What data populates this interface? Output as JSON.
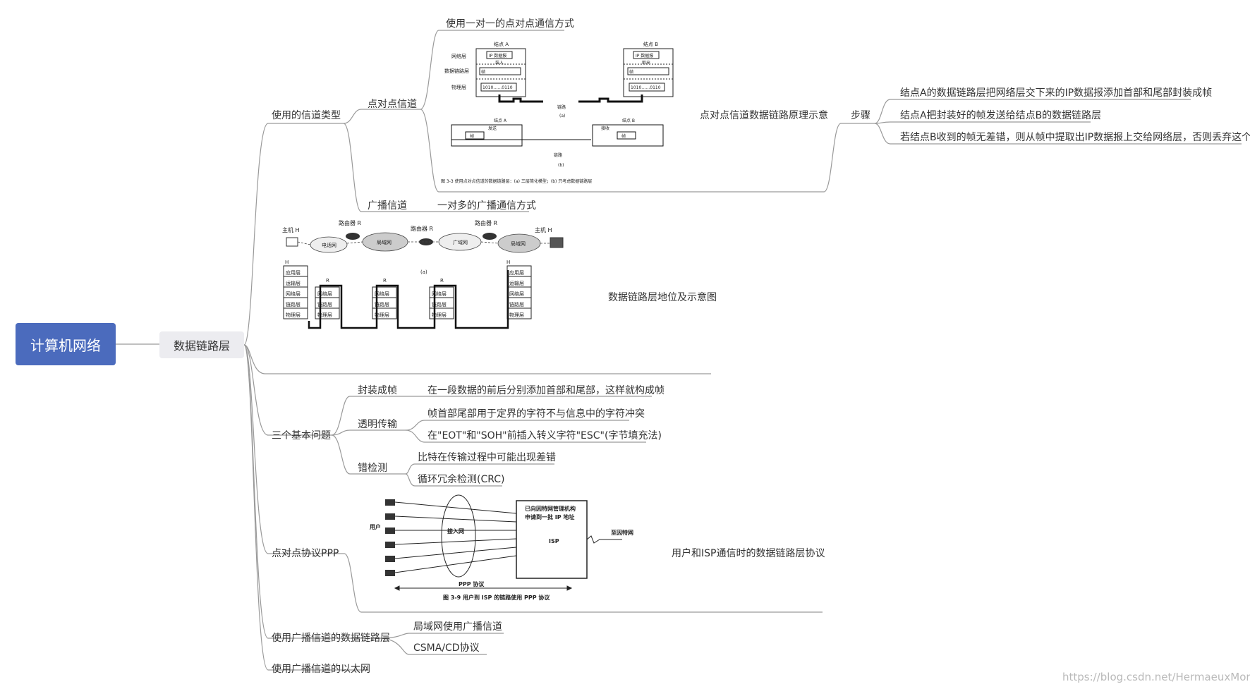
{
  "root": "计算机网络",
  "level1": "数据链路层",
  "channel_types": {
    "label": "使用的信道类型",
    "p2p": {
      "label": "点对点信道",
      "mode": "使用一对一的点对点通信方式",
      "diagram_label": "点对点信道数据链路原理示意",
      "steps_label": "步骤",
      "steps": [
        "结点A的数据链路层把网络层交下来的IP数据报添加首部和尾部封装成帧",
        "结点A把封装好的帧发送给结点B的数据链路层",
        "若结点B收到的帧无差错，则从帧中提取出IP数据报上交给网络层，否则丢弃这个帧"
      ]
    },
    "broadcast": {
      "label": "广播信道",
      "mode": "一对多的广播通信方式"
    }
  },
  "position_label": "数据链路层地位及示意图",
  "three_problems": {
    "label": "三个基本问题",
    "framing": {
      "label": "封装成帧",
      "items": [
        "在一段数据的前后分别添加首部和尾部，这样就构成帧"
      ]
    },
    "transparent": {
      "label": "透明传输",
      "items": [
        "帧首部尾部用于定界的字符不与信息中的字符冲突",
        "在\"EOT\"和\"SOH\"前插入转义字符\"ESC\"(字节填充法)"
      ]
    },
    "error": {
      "label": "错检测",
      "items": [
        "比特在传输过程中可能出现差错",
        "循环冗余检测(CRC)"
      ]
    }
  },
  "ppp": {
    "label": "点对点协议PPP",
    "desc": "用户和ISP通信时的数据链路层协议"
  },
  "broadcast_dll": {
    "label": "使用广播信道的数据链路层",
    "items": [
      "局域网使用广播信道",
      "CSMA/CD协议"
    ]
  },
  "ethernet": {
    "label": "使用广播信道的以太网"
  },
  "fig1": {
    "node_a": "结点 A",
    "node_b": "结点 B",
    "layer_net": "网络层",
    "layer_dll": "数据链路层",
    "layer_phy": "物理层",
    "ip_packet": "IP 数据报",
    "load_in": "装入",
    "take_out": "取出",
    "frame": "帧",
    "bits": "1010……0110",
    "link": "链路",
    "sub_a": "(a)",
    "sub_b": "(b)",
    "send": "发送",
    "recv": "接收",
    "caption": "图 3-3   使用点对点信道的数据链路层：(a) 三层简化模型；(b) 只考虑数据链路层"
  },
  "fig2": {
    "host1": "主机 H",
    "host2": "主机 H",
    "router1": "路由器 R",
    "router2": "路由器 R",
    "router3": "路由器 R",
    "phone_net": "电话网",
    "lan": "局域网",
    "wan": "广域网",
    "sub_a": "(a)",
    "h1": "H",
    "h2": "H",
    "r1": "R",
    "r2": "R",
    "r3": "R",
    "app": "应用层",
    "trans": "运输层",
    "net": "网络层",
    "dll": "链路层",
    "phy": "物理层"
  },
  "fig3": {
    "users": "用户",
    "access_net": "接入网",
    "isp_box_line1": "已向因特网管理机构",
    "isp_box_line2": "申请到一批 IP 地址",
    "isp": "ISP",
    "to_internet": "至因特网",
    "ppp_protocol": "PPP 协议",
    "caption": "图 3-9   用户到 ISP 的链路使用 PPP 协议"
  },
  "watermark": "https://blog.csdn.net/HermaeuxMora"
}
